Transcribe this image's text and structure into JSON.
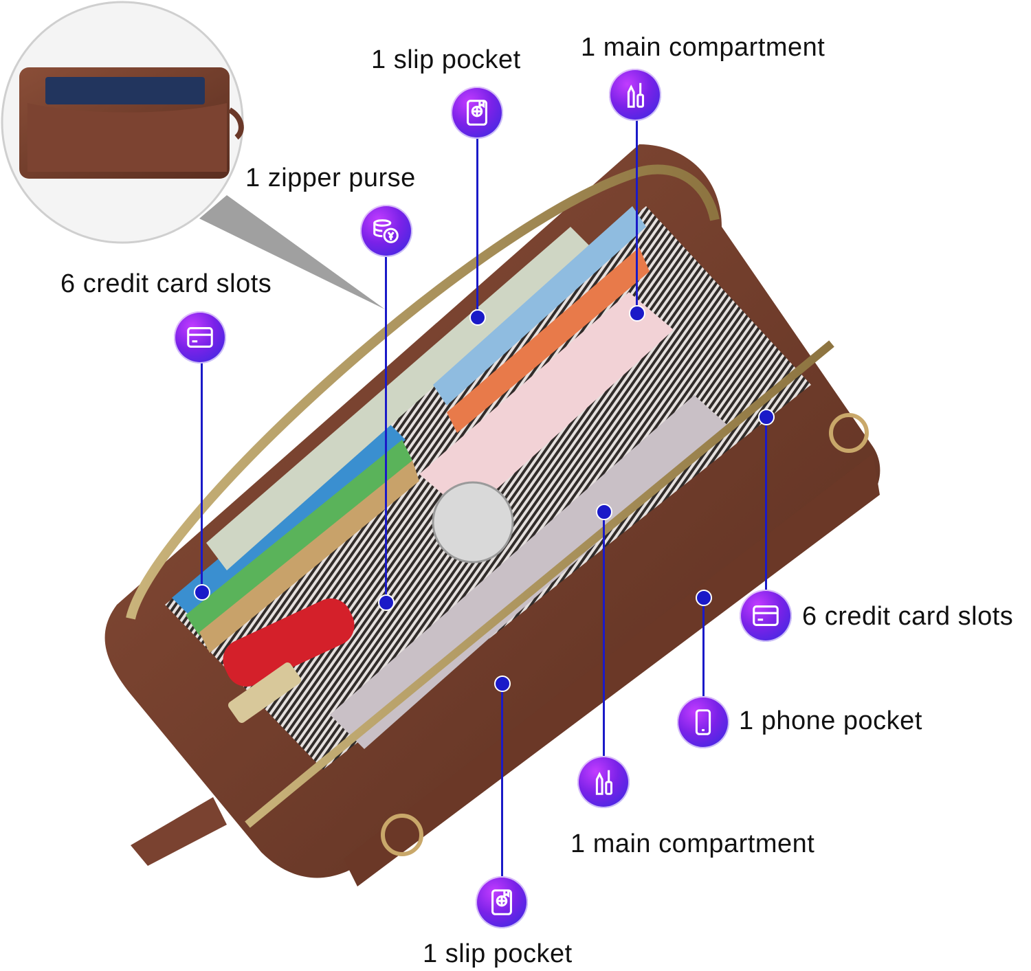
{
  "callouts": {
    "slip_pocket_top": "1 slip pocket",
    "main_compartment_top": "1 main compartment",
    "zipper_purse": "1 zipper purse",
    "card_slots_left": "6 credit card slots",
    "card_slots_right": "6 credit card slots",
    "phone_pocket": "1 phone pocket",
    "main_compartment_bottom": "1 main compartment",
    "slip_pocket_bottom": "1 slip pocket"
  },
  "icons": {
    "passport": "passport-icon",
    "lipstick": "lipstick-mascara-icon",
    "coins": "coins-yen-icon",
    "card": "credit-card-icon",
    "phone": "phone-icon"
  },
  "colors": {
    "leather": "#6e3b2a",
    "leader_line": "#1a1ac8",
    "badge_start": "#c23cff",
    "badge_end": "#2f2be0"
  }
}
